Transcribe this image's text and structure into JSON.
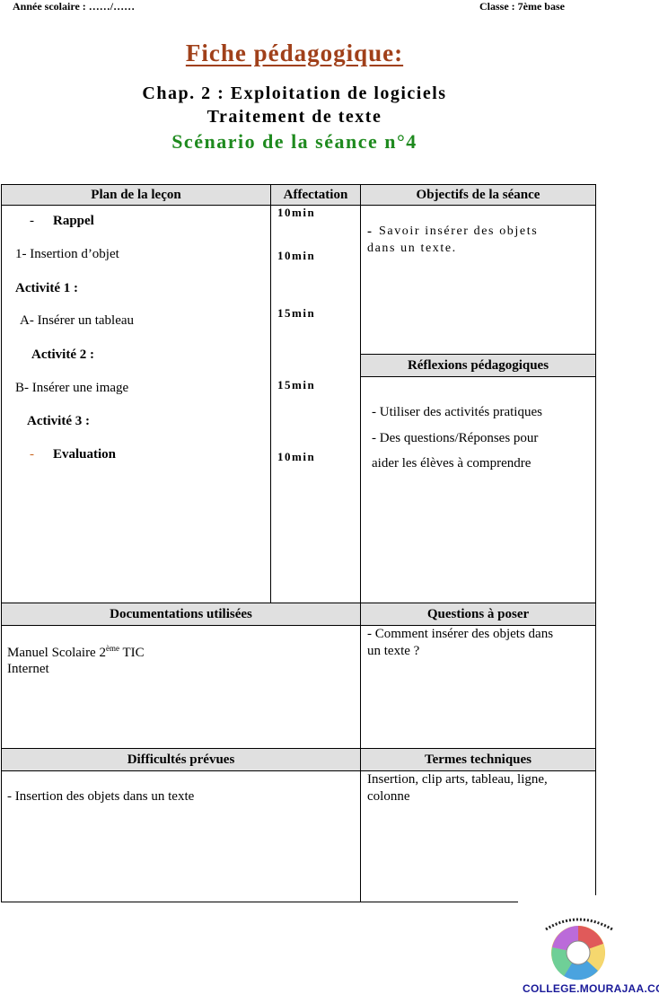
{
  "header": {
    "year": "Année scolaire : ……/……",
    "class": "Classe : 7ème base"
  },
  "titles": {
    "main": "Fiche pédagogique:",
    "chapter": "Chap. 2 : Exploitation de logiciels",
    "subject": "Traitement de texte",
    "scenario": "Scénario de la séance n°4"
  },
  "table": {
    "headers": {
      "plan": "Plan de la leçon",
      "affectation": "Affectation",
      "objectifs": "Objectifs de la séance",
      "reflexions": "Réflexions pédagogiques",
      "documentations": "Documentations utilisées",
      "questions": "Questions à poser",
      "difficultes": "Difficultés prévues",
      "termes": "Termes techniques"
    },
    "plan": {
      "dash1": "-",
      "rappel": "Rappel",
      "insertion": "1- Insertion d’objet",
      "activite1": "Activité 1 :",
      "tableau": "A- Insérer un tableau",
      "activite2": "Activité 2 :",
      "image": "B- Insérer une image",
      "activite3": "Activité 3 :",
      "dash2": "-",
      "evaluation": "Evaluation"
    },
    "times": [
      "10min",
      "10min",
      "15min",
      "15min",
      "10min"
    ],
    "objectifs": {
      "dash": "-",
      "line1": "Savoir insérer des objets",
      "line2": "dans un texte."
    },
    "reflexions": [
      "- Utiliser des activités pratiques",
      "- Des questions/Réponses pour",
      "aider les élèves à comprendre"
    ],
    "documentations": {
      "line1_prefix": "Manuel Scolaire 2",
      "line1_sup": "ème",
      "line1_suffix": " TIC",
      "line2": "Internet"
    },
    "questions": [
      "- Comment insérer des objets dans",
      "un texte ?"
    ],
    "difficultes": "- Insertion des objets dans un texte",
    "termes": [
      "Insertion, clip arts, tableau, ligne,",
      "colonne"
    ]
  },
  "footer": {
    "logo_text": "COLLEGE.MOURAJAA.COM"
  }
}
